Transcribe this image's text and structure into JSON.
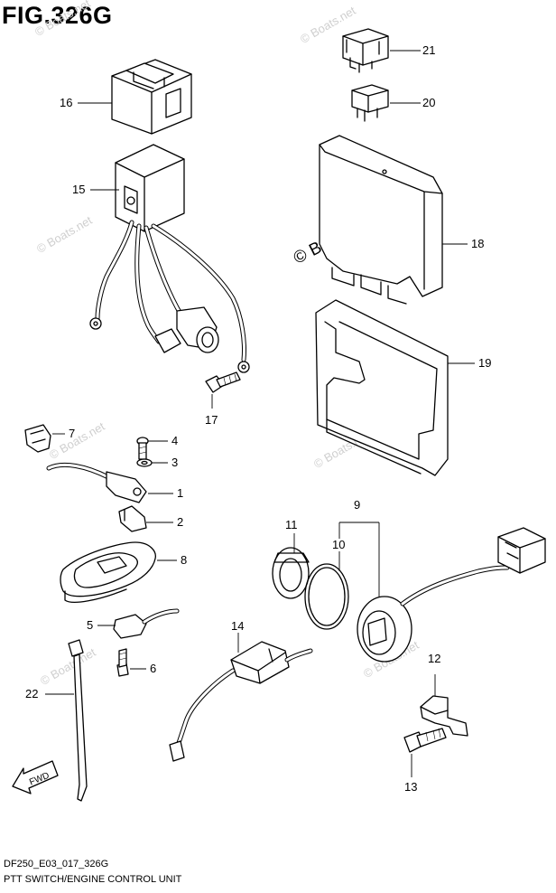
{
  "figure": {
    "title": "FIG.326G",
    "code": "DF250_E03_017_326G",
    "description": "PTT SWITCH/ENGINE CONTROL UNIT"
  },
  "watermark": {
    "text": "© Boats.net",
    "prominent_text": "© Boats.net"
  },
  "callouts": [
    {
      "id": "21",
      "label": "21"
    },
    {
      "id": "20",
      "label": "20"
    },
    {
      "id": "16",
      "label": "16"
    },
    {
      "id": "15",
      "label": "15"
    },
    {
      "id": "18",
      "label": "18"
    },
    {
      "id": "19",
      "label": "19"
    },
    {
      "id": "17",
      "label": "17"
    },
    {
      "id": "7",
      "label": "7"
    },
    {
      "id": "4",
      "label": "4"
    },
    {
      "id": "3",
      "label": "3"
    },
    {
      "id": "1",
      "label": "1"
    },
    {
      "id": "2",
      "label": "2"
    },
    {
      "id": "8",
      "label": "8"
    },
    {
      "id": "9",
      "label": "9"
    },
    {
      "id": "11",
      "label": "11"
    },
    {
      "id": "10",
      "label": "10"
    },
    {
      "id": "14",
      "label": "14"
    },
    {
      "id": "5",
      "label": "5"
    },
    {
      "id": "6",
      "label": "6"
    },
    {
      "id": "12",
      "label": "12"
    },
    {
      "id": "22",
      "label": "22"
    },
    {
      "id": "13",
      "label": "13"
    }
  ],
  "direction_badge": "FWD"
}
